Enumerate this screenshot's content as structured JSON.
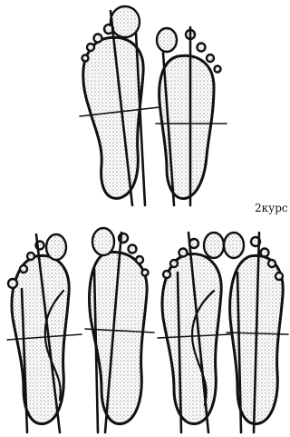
{
  "caption": "2курс",
  "colors": {
    "ink": "#111111",
    "paper": "#ffffff",
    "stipple": "#cfcfcf"
  },
  "figures": [
    {
      "name": "top-left-footprint"
    },
    {
      "name": "top-right-footprint"
    },
    {
      "name": "bottom-1-footprint"
    },
    {
      "name": "bottom-2-footprint"
    },
    {
      "name": "bottom-3-footprint"
    },
    {
      "name": "bottom-4-footprint"
    }
  ]
}
